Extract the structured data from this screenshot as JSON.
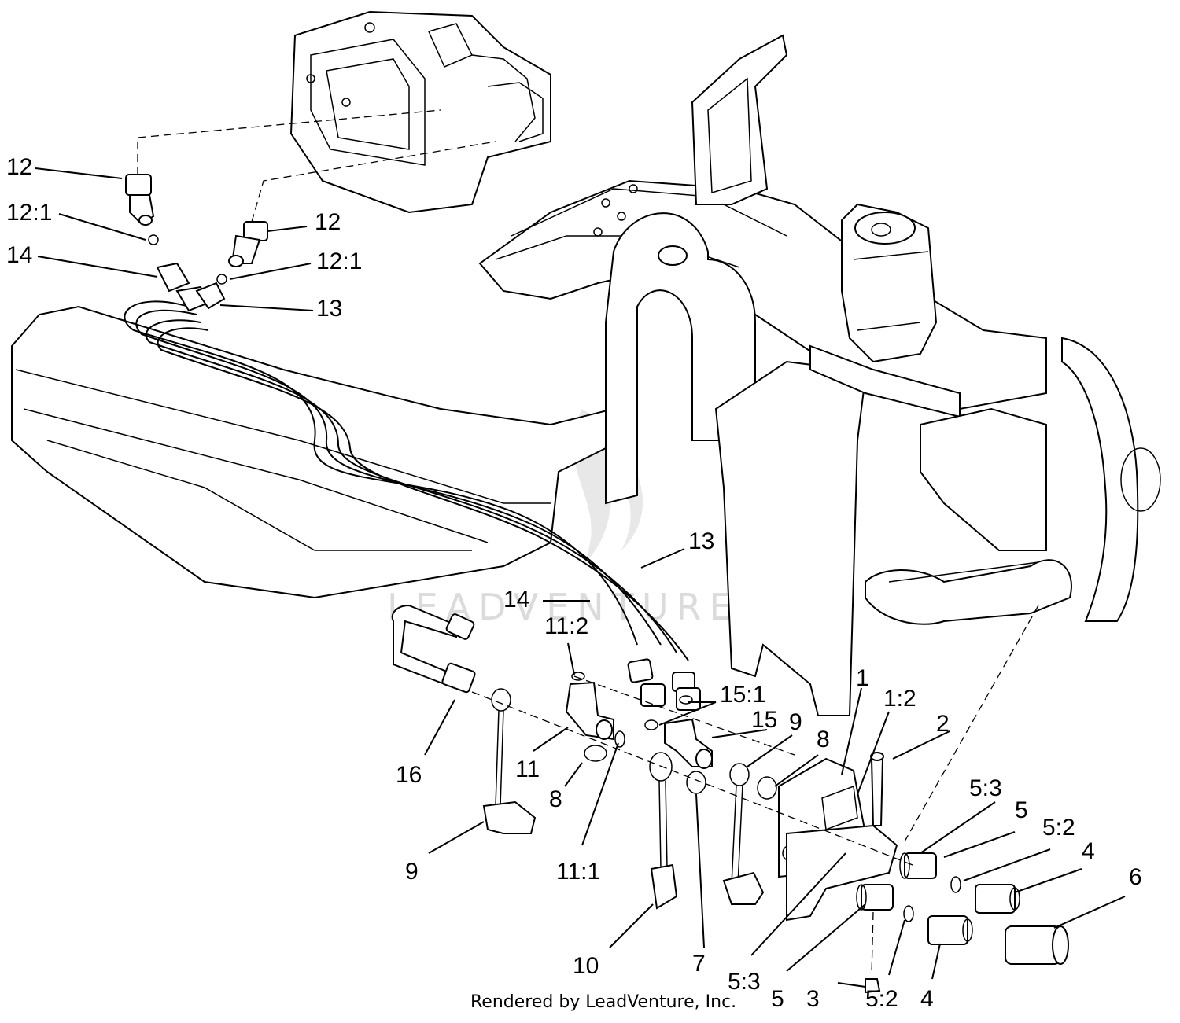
{
  "watermark_text": "LEADVENTURE",
  "credit": "Rendered by LeadVenture, Inc.",
  "callouts": [
    "12",
    "12:1",
    "14",
    "12",
    "12:1",
    "13",
    "13",
    "14",
    "11:2",
    "15:1",
    "15",
    "1",
    "1:2",
    "2",
    "9",
    "8",
    "16",
    "11",
    "8",
    "5:3",
    "5",
    "5:2",
    "4",
    "6",
    "9",
    "11:1",
    "10",
    "7",
    "5:3",
    "5",
    "3",
    "5:2",
    "4"
  ]
}
